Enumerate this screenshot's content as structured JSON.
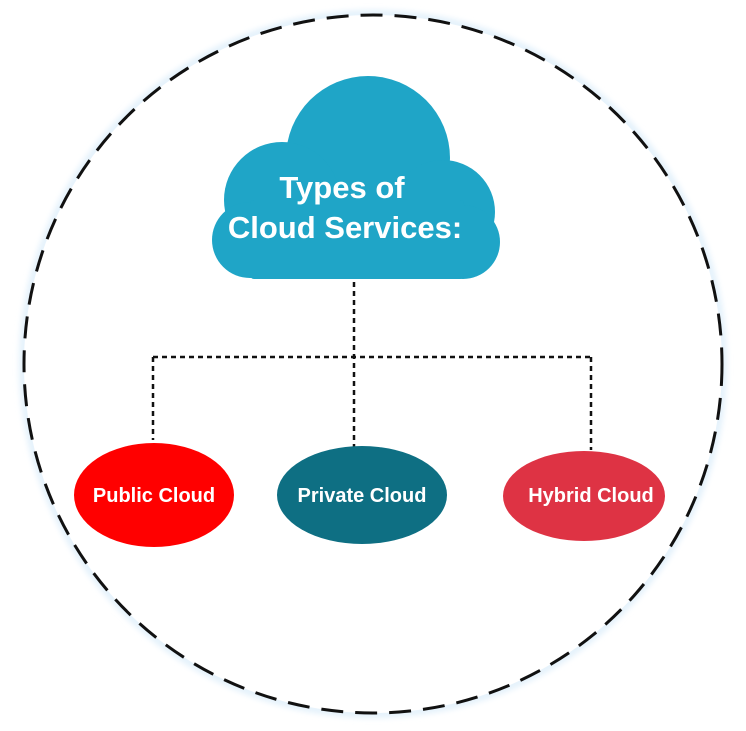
{
  "diagram": {
    "title_line1": "Types of",
    "title_line2": "Cloud Services:",
    "nodes": [
      {
        "label": "Public Cloud",
        "color": "#ff0000"
      },
      {
        "label": "Private Cloud",
        "color": "#0e6f83"
      },
      {
        "label": "Hybrid Cloud",
        "color": "#de3344"
      }
    ],
    "colors": {
      "cloud": "#1fa5c7",
      "outer_border": "#111111",
      "outer_glow": "#e3f1fb",
      "connector": "#111111"
    },
    "icons": {
      "title": "cloud-icon"
    }
  }
}
